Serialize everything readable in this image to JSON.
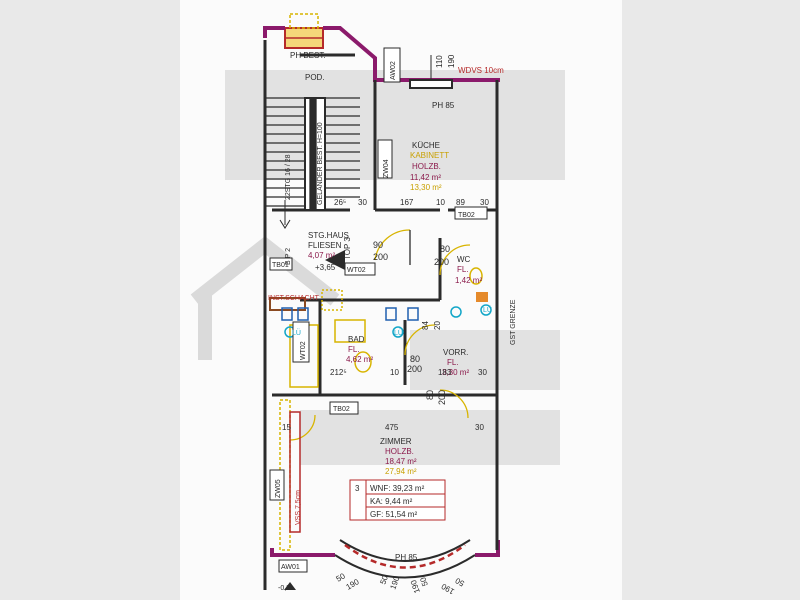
{
  "labels": {
    "ph_best": "PH BEST.",
    "pod": "POD.",
    "aw02": "AW02",
    "dim_110": "110",
    "dim_190_top": "190",
    "wdvs": "WDVS 10cm",
    "ph85": "PH 85",
    "zw04": "ZW04",
    "gelander": "GELÄNDER BEST. H=100",
    "stairs": "22STG\n16 / 28",
    "kueche": "KÜCHE",
    "kabinett": "KABINETT",
    "holzb_k": "HOLZB.",
    "kueche_area": "11,42 m²",
    "kabinett_area": "13,30 m²",
    "d_265": "26⁵",
    "d_30a": "30",
    "d_167": "167",
    "d_10": "10",
    "d_89": "89",
    "d_30b": "30",
    "tb02_top": "TB02",
    "stg_haus": "STG.HAUS",
    "fliesen": "FLIESEN",
    "stg_area": "4,07 m²",
    "top3": "TOP 3",
    "tb01": "TB01",
    "bp2": "B P 2",
    "level_365": "+3,65",
    "wt02_top": "WT02",
    "d90": "90",
    "d200a": "200",
    "d80": "80",
    "d200b": "200",
    "wc": "WC",
    "fl_wc": "FL.",
    "wc_area": "1,42 m²",
    "inst": "INST.SCHACHT",
    "gst_grenze": "GST GRENZE",
    "lu1": "LÜ",
    "lu2": "LÜ",
    "lu3": "LÜ",
    "d84": "84",
    "d20": "20",
    "wt02_left": "WT02",
    "bad": "BAD",
    "fl_bad": "FL.",
    "bad_area": "4,62 m²",
    "d_2125": "212⁵",
    "d_10b": "10",
    "vorr": "VORR.",
    "fl_vorr": "FL.",
    "vorr_area": "3,30 m²",
    "d_183": "183",
    "d_30c": "30",
    "d80b": "80",
    "d200c": "200",
    "d80c": "80",
    "d200d": "200",
    "tb02_mid": "TB02",
    "d15": "15",
    "d_475": "475",
    "d_30d": "30",
    "zimmer": "ZIMMER",
    "holzb_z": "HOLZB.",
    "zimmer_area": "18,47 m²",
    "zimmer_area2": "27,94 m²",
    "zw05": "ZW05",
    "vss": "VSS 7,5cm",
    "top_no": "3",
    "wnf": "WNF: 39,23 m²",
    "ka": "KA: 9,44 m²",
    "gf": "GF: 51,54 m²",
    "aw01": "AW01",
    "level_02": "-0,2",
    "ph85_bay": "PH 85",
    "b50a": "50",
    "b190a": "190",
    "b50b": "50",
    "b190b": "190",
    "b190c": "190",
    "b50c": "50",
    "b190d": "190",
    "b50d": "50"
  },
  "colors": {
    "wall": "#2b2b2b",
    "magenta": "#8b1a6b",
    "brown": "#8a4a22",
    "dim_red": "#9b2a2a",
    "yellow": "#d8b400",
    "blue": "#2060b0",
    "cyan": "#12a6c8",
    "watermark": "#d9d9d9"
  }
}
